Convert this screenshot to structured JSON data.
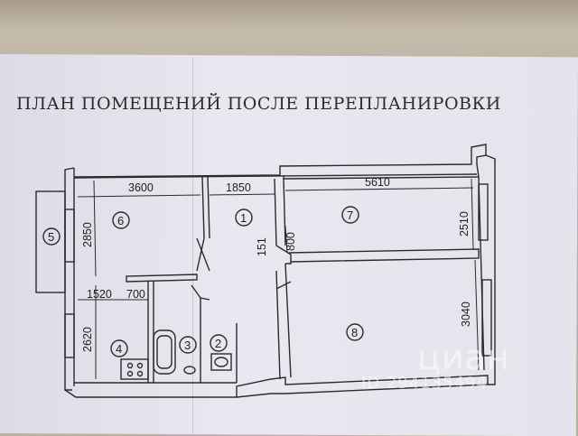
{
  "title": "ПЛАН ПОМЕЩЕНИЙ ПОСЛЕ ПЕРЕПЛАНИРОВКИ",
  "dimensions": {
    "d_3600": "3600",
    "d_1850": "1850",
    "d_5610": "5610",
    "d_2850": "2850",
    "d_151": "151",
    "d_800": "800",
    "d_2510": "2510",
    "d_1520": "1520",
    "d_700": "700",
    "d_2620": "2620",
    "d_3040": "3040"
  },
  "rooms": {
    "r1": "1",
    "r2": "2",
    "r3": "3",
    "r4": "4",
    "r5": "5",
    "r6": "6",
    "r7": "7",
    "r8": "8"
  },
  "watermark": {
    "logo": "циан",
    "id": "ID 294135494"
  }
}
